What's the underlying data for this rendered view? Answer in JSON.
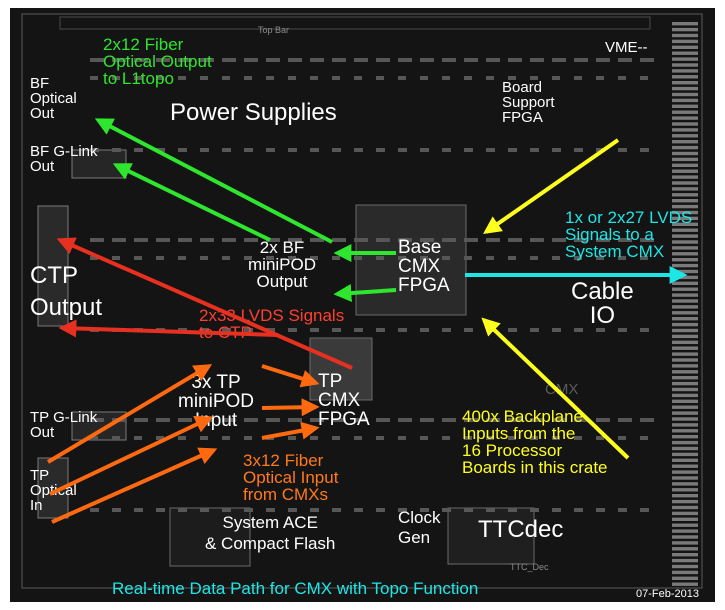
{
  "labels": {
    "top_bar": "Top Bar",
    "fiber_output": "2x12 Fiber\nOptical Output\nto L1topo",
    "vme": "VME--",
    "bf_optical_out": "BF\nOptical\nOut",
    "power_supplies": "Power Supplies",
    "board_support_fpga": "Board\nSupport\nFPGA",
    "bf_glink_out": "BF G-Link\nOut",
    "lvds_to_system_cmx": "1x or 2x27 LVDS\nSignals to a\nSystem CMX",
    "bf_minipod_output": "2x BF\nminiPOD\nOutput",
    "base_cmx_fpga": "Base\nCMX\nFPGA",
    "cable_io": "Cable\nIO",
    "ctp_output": "CTP\nOutput",
    "lvds_to_ctp": "2x33 LVDS Signals\nto CTP",
    "tp_minipod_input": "3x TP\nminiPOD\nInput",
    "tp_cmx_fpga": "TP\nCMX\nFPGA",
    "cmx_silkscreen": "CMX",
    "backplane_inputs": "400x Backplane\nInputs from the\n16 Processor\nBoards in this crate",
    "tp_glink_out": "TP G-Link\nOut",
    "tp_optical_in": "TP\nOptical\nIn",
    "fiber_input": "3x12 Fiber\nOptical Input\nfrom CMXs",
    "system_ace": "System ACE\n& Compact Flash",
    "clock_gen": "Clock\nGen",
    "ttcdec": "TTCdec",
    "ttc_silk": "TTC_Dec",
    "footer_title": "Real-time Data Path for CMX with Topo Function",
    "date": "07-Feb-2013"
  },
  "colors": {
    "board": "#141414",
    "green_arrows": "#2ee62e",
    "yellow_arrows": "#ffff1e",
    "red_arrows": "#e83020",
    "orange_arrows": "#ff6a10",
    "cyan_arrow": "#1ee6e6"
  }
}
